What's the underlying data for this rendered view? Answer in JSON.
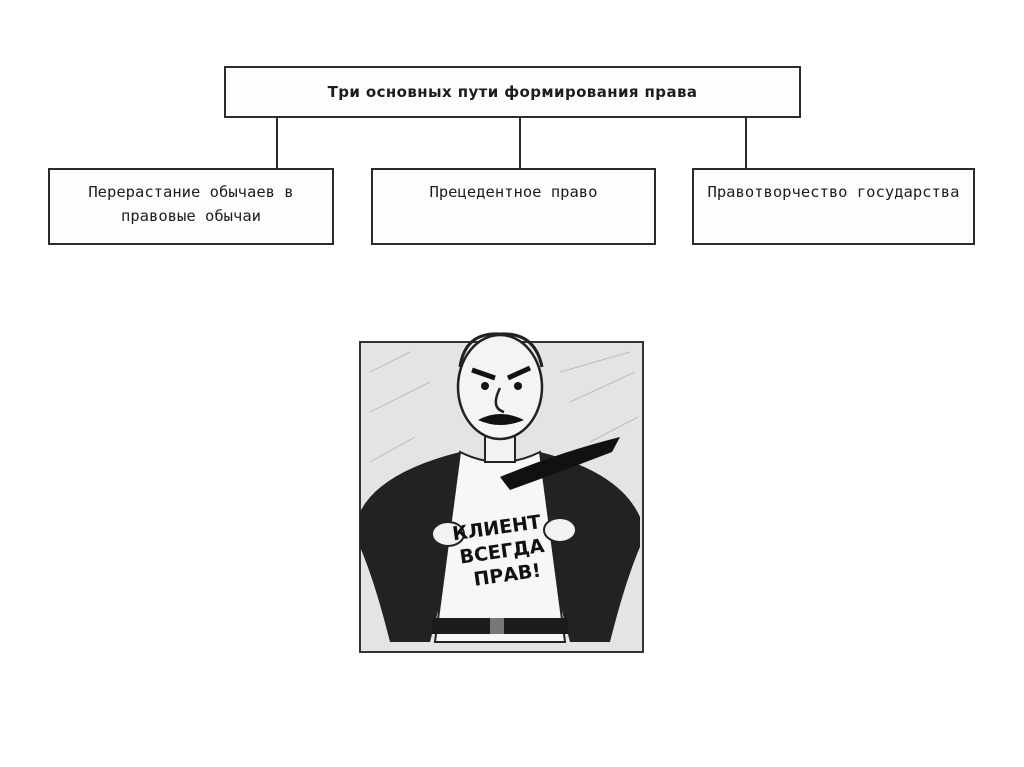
{
  "diagram": {
    "title": "Три основных пути формирования права",
    "children": [
      {
        "label": "Перерастание обычаев в правовые обычаи"
      },
      {
        "label": "Прецедентное право"
      },
      {
        "label": "Правотворчество государства"
      }
    ]
  },
  "cartoon": {
    "shirt_text": "КЛИЕНТ ВСЕГДА ПРАВ!",
    "shirt_lines": [
      "КЛИЕНТ",
      "ВСЕГДА",
      "ПРАВ!"
    ]
  },
  "colors": {
    "border": "#2b2b2b",
    "background": "#ffffff",
    "cartoon_bg": "#e6e6e6"
  }
}
